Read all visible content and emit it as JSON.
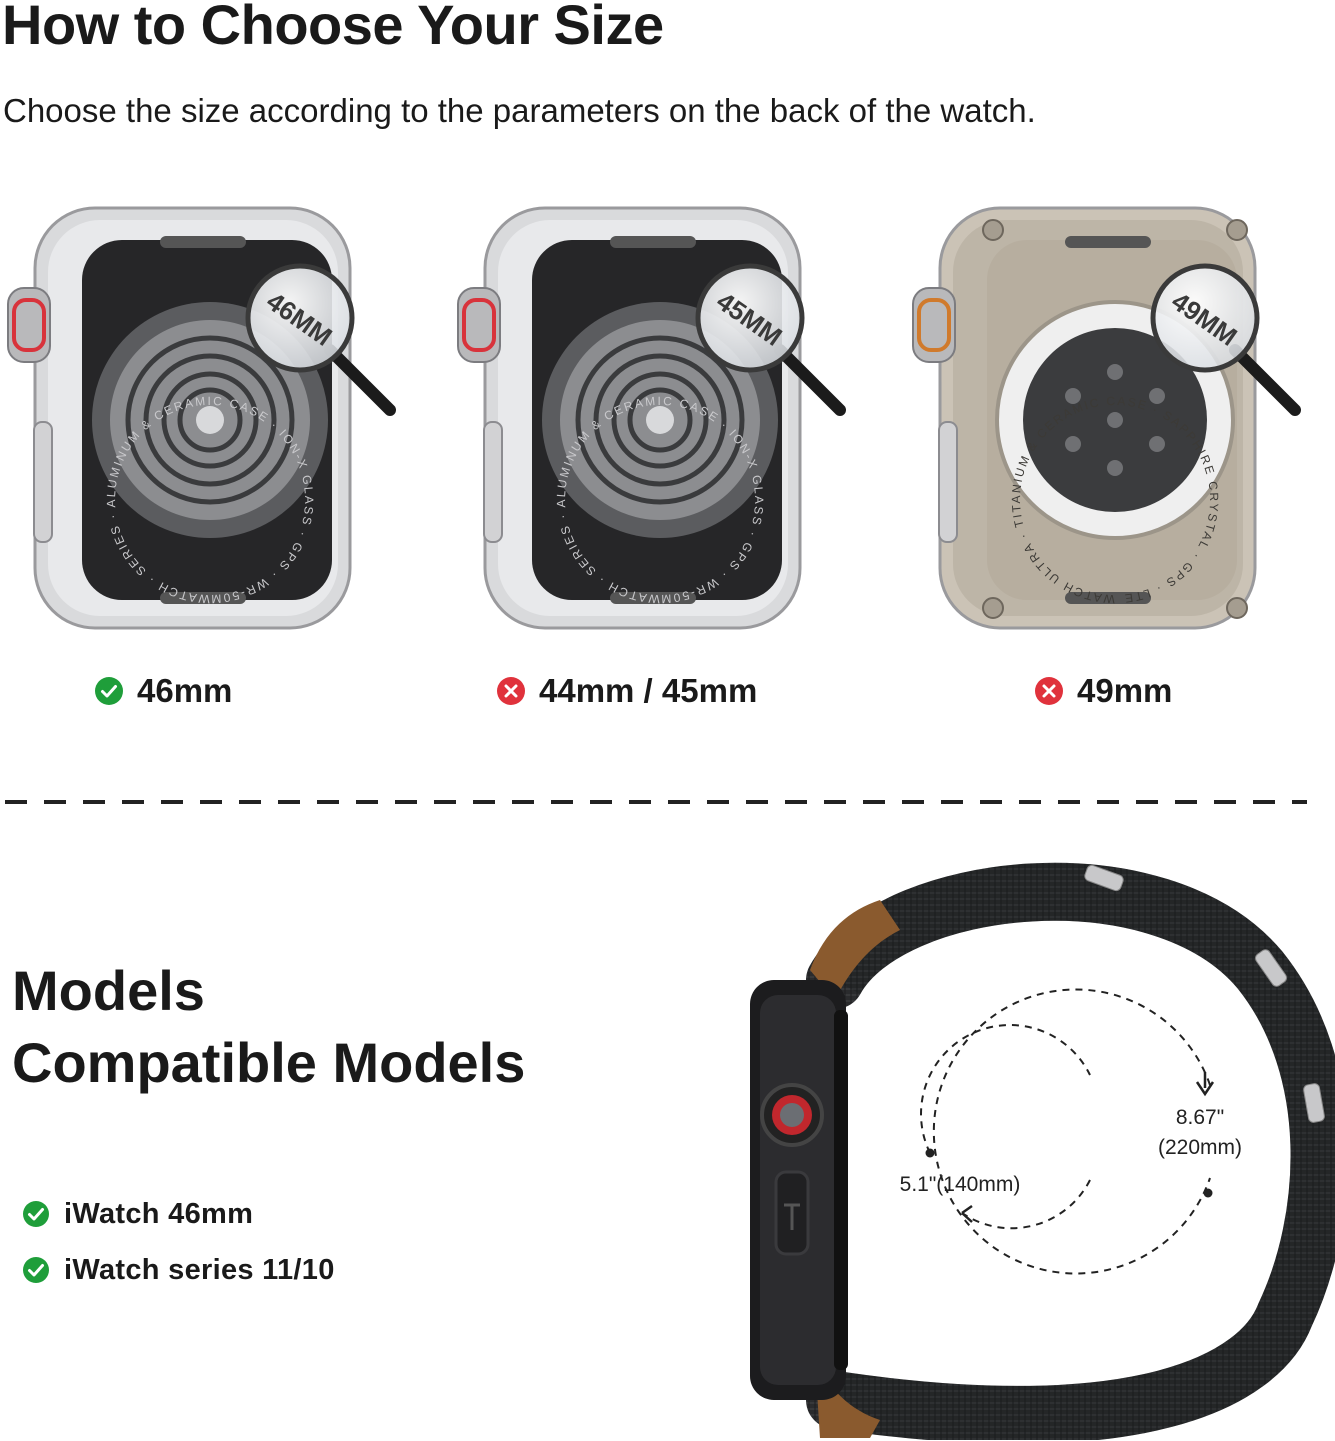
{
  "header": {
    "title": "How to Choose Your Size",
    "subtitle": "Choose the size according to the parameters on the back of the watch."
  },
  "sizes": [
    {
      "label": "46mm",
      "status": "compatible",
      "status_icon": "check-circle-icon",
      "color": "#1f9e3a",
      "lens_text": "46MM",
      "case_color": "#d9dadc",
      "text_ring": "WATCH · SERIES · ALUMINUM & CERAMIC CASE · ION-X GLASS · GPS · WR-50M"
    },
    {
      "label": "44mm / 45mm",
      "status": "incompatible",
      "status_icon": "x-circle-icon",
      "color": "#e0323c",
      "lens_text": "45MM",
      "case_color": "#d9dadc",
      "text_ring": "WATCH · SERIES · ALUMINUM & CERAMIC CASE · ION-X GLASS · GPS · WR-50M"
    },
    {
      "label": "49mm",
      "status": "incompatible",
      "status_icon": "x-circle-icon",
      "color": "#e0323c",
      "lens_text": "49MM",
      "case_color": "#cbc3b6",
      "text_ring": "WATCH ULTRA · TITANIUM & CERAMIC CASE · SAPPHIRE CRYSTAL · GPS · LTE · WR-100M · DIVE-40M"
    }
  ],
  "models": {
    "heading_line1": "Models",
    "heading_line2": "Compatible Models",
    "items": [
      {
        "label": "iWatch 46mm",
        "icon": "check-circle-icon"
      },
      {
        "label": "iWatch series 11/10",
        "icon": "check-circle-icon"
      }
    ],
    "check_color": "#1f9e3a"
  },
  "band": {
    "outer_dimension_line1": "8.67\"",
    "outer_dimension_line2": "(220mm)",
    "inner_dimension": "5.1\"(140mm)"
  }
}
